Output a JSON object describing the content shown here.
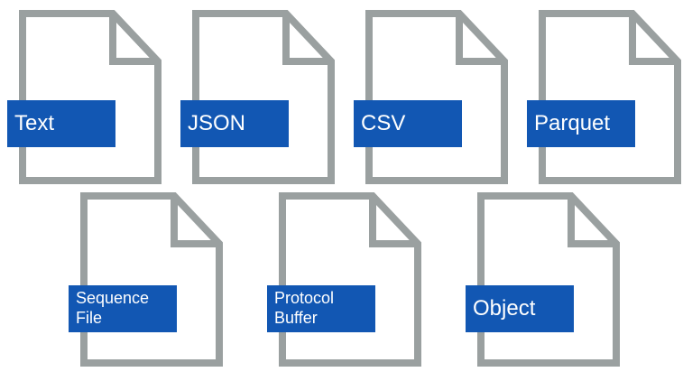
{
  "diagram": {
    "icon": "file-icon",
    "outline_color": "#9aa0a0",
    "label_color": "#1257b3",
    "label_text_color": "#ffffff",
    "files": [
      {
        "id": "text",
        "label": "Text"
      },
      {
        "id": "json",
        "label": "JSON"
      },
      {
        "id": "csv",
        "label": "CSV"
      },
      {
        "id": "parquet",
        "label": "Parquet"
      },
      {
        "id": "sequence-file",
        "label": "Sequence\nFile"
      },
      {
        "id": "protocol-buffer",
        "label": "Protocol\nBuffer"
      },
      {
        "id": "object",
        "label": "Object"
      }
    ]
  }
}
